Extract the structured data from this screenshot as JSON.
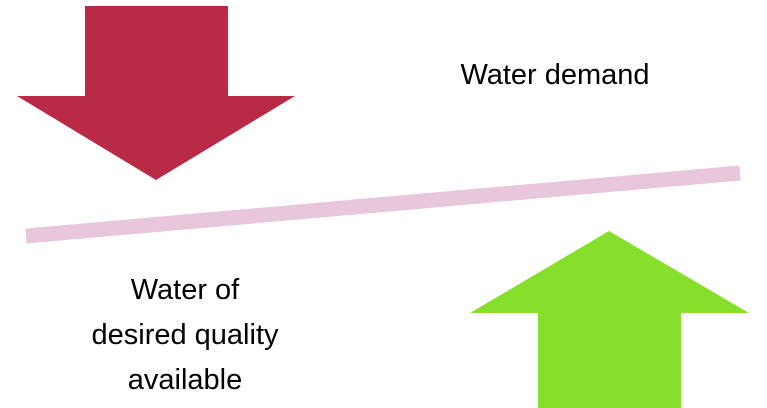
{
  "labels": {
    "demand": "Water demand",
    "supply_lines": [
      "Water of",
      "desired quality",
      "available"
    ]
  },
  "colors": {
    "demand_arrow": "#b82a45",
    "supply_arrow": "#86df2b",
    "balance_bar": "#e8c6db",
    "text": "#000000",
    "background": "#ffffff"
  },
  "shapes": {
    "demand_arrow": {
      "direction": "down"
    },
    "supply_arrow": {
      "direction": "up"
    },
    "balance_bar": {
      "orientation": "tilted-up-right"
    }
  }
}
